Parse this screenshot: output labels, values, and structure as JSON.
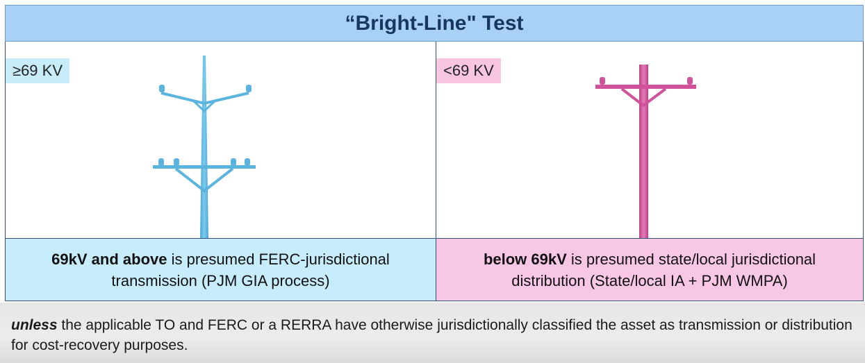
{
  "title": "“Bright-Line\" Test",
  "left_panel": {
    "tag": "≥69 KV",
    "caption_bold": "69kV and above",
    "caption_line1_rest": " is presumed FERC-jurisdictional",
    "caption_line2": "transmission (PJM GIA process)",
    "pole_icon": "transmission-tower-icon",
    "color": "#5bb4de"
  },
  "right_panel": {
    "tag": "<69 KV",
    "caption_bold": "below 69kV",
    "caption_line1_rest": " is presumed state/local jurisdictional",
    "caption_line2": "distribution (State/local IA + PJM WMPA)",
    "pole_icon": "distribution-pole-icon",
    "color": "#d0529a"
  },
  "footer": {
    "emphasis": "unless",
    "text": " the applicable TO and FERC or a RERRA have otherwise jurisdictionally classified the asset as transmission or distribution for cost-recovery purposes."
  }
}
